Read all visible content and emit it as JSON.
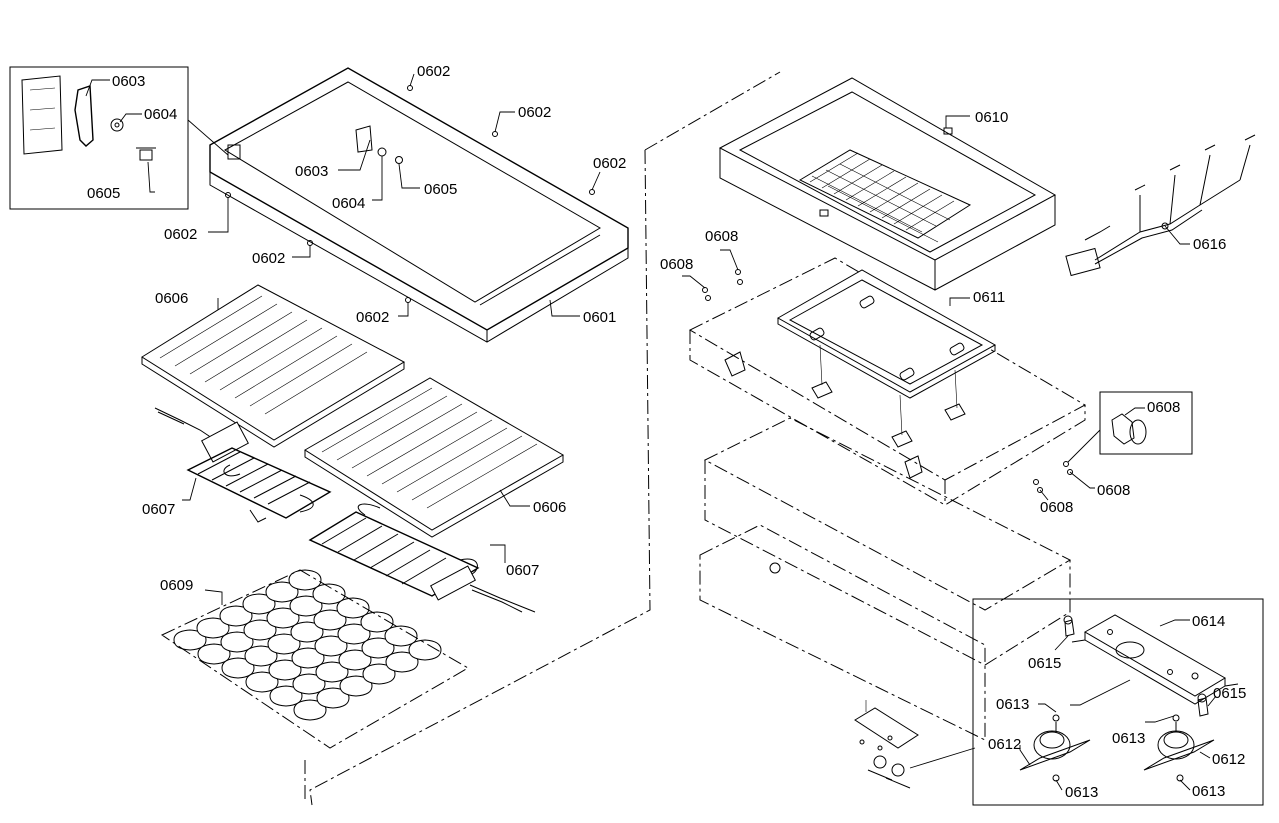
{
  "labels": [
    {
      "id": "l0603a",
      "text": "0603"
    },
    {
      "id": "l0604a",
      "text": "0604"
    },
    {
      "id": "l0605a",
      "text": "0605"
    },
    {
      "id": "l0602a",
      "text": "0602"
    },
    {
      "id": "l0602b",
      "text": "0602"
    },
    {
      "id": "l0602c",
      "text": "0602"
    },
    {
      "id": "l0603b",
      "text": "0603"
    },
    {
      "id": "l0604b",
      "text": "0604"
    },
    {
      "id": "l0605b",
      "text": "0605"
    },
    {
      "id": "l0602d",
      "text": "0602"
    },
    {
      "id": "l0602e",
      "text": "0602"
    },
    {
      "id": "l0602f",
      "text": "0602"
    },
    {
      "id": "l0601",
      "text": "0601"
    },
    {
      "id": "l0606a",
      "text": "0606"
    },
    {
      "id": "l0606b",
      "text": "0606"
    },
    {
      "id": "l0607a",
      "text": "0607"
    },
    {
      "id": "l0607b",
      "text": "0607"
    },
    {
      "id": "l0609",
      "text": "0609"
    },
    {
      "id": "l0610",
      "text": "0610"
    },
    {
      "id": "l0616",
      "text": "0616"
    },
    {
      "id": "l0608a",
      "text": "0608"
    },
    {
      "id": "l0608b",
      "text": "0608"
    },
    {
      "id": "l0611",
      "text": "0611"
    },
    {
      "id": "l0608c",
      "text": "0608"
    },
    {
      "id": "l0608d",
      "text": "0608"
    },
    {
      "id": "l0608e",
      "text": "0608"
    },
    {
      "id": "l0614",
      "text": "0614"
    },
    {
      "id": "l0615a",
      "text": "0615"
    },
    {
      "id": "l0615b",
      "text": "0615"
    },
    {
      "id": "l0613a",
      "text": "0613"
    },
    {
      "id": "l0613b",
      "text": "0613"
    },
    {
      "id": "l0612a",
      "text": "0612"
    },
    {
      "id": "l0612b",
      "text": "0612"
    },
    {
      "id": "l0613c",
      "text": "0613"
    },
    {
      "id": "l0613d",
      "text": "0613"
    }
  ]
}
